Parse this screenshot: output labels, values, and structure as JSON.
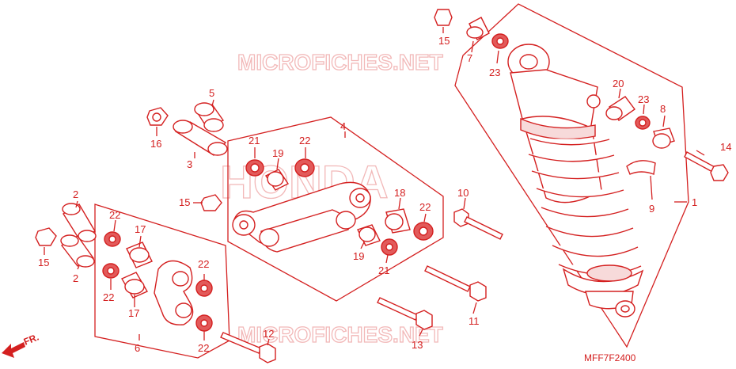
{
  "watermarks": {
    "top": "MICROFICHES.NET",
    "center": "HONDA",
    "bottom": "MICROFICHES.NET"
  },
  "direction_label": "FR.",
  "diagram_code": "MFF7F2400",
  "callouts": [
    "15",
    "7",
    "23",
    "20",
    "23",
    "8",
    "14",
    "1",
    "9",
    "10",
    "5",
    "4",
    "21",
    "19",
    "22",
    "16",
    "3",
    "15",
    "18",
    "22",
    "2",
    "22",
    "17",
    "15",
    "2",
    "19",
    "21",
    "22",
    "22",
    "17",
    "11",
    "22",
    "6",
    "12",
    "13"
  ]
}
